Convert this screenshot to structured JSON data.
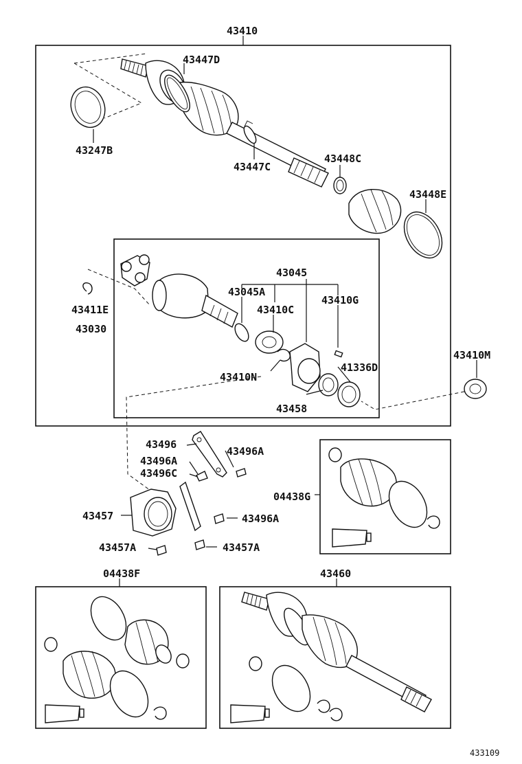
{
  "diagram_id": "433109",
  "assemblies": {
    "main": "43410",
    "inner_joint_kit": "43045",
    "boot_kit_inner": "04438G",
    "boot_kit_outer": "04438F",
    "shaft_assembly": "43460"
  },
  "labels": {
    "clamp_43447d": "43447D",
    "boot_ring_43247b": "43247B",
    "clamp_43447c": "43447C",
    "clamp_43448c": "43448C",
    "band_43448e": "43448E",
    "snap_ring_43411e": "43411E",
    "joint_43030": "43030",
    "ring_43045a": "43045A",
    "bearing_43410c": "43410C",
    "pin_43410g": "43410G",
    "ring_43410n": "43410N",
    "seal_41336d": "41336D",
    "bearing_43458": "43458",
    "bearing_43410m": "43410M",
    "bracket_43496": "43496",
    "bolt_43496a_1": "43496A",
    "bolt_43496a_2": "43496A",
    "bolt_43496c": "43496C",
    "bolt_43496a_3": "43496A",
    "bracket_43457": "43457",
    "bolt_43457a_1": "43457A",
    "bolt_43457a_2": "43457A"
  }
}
